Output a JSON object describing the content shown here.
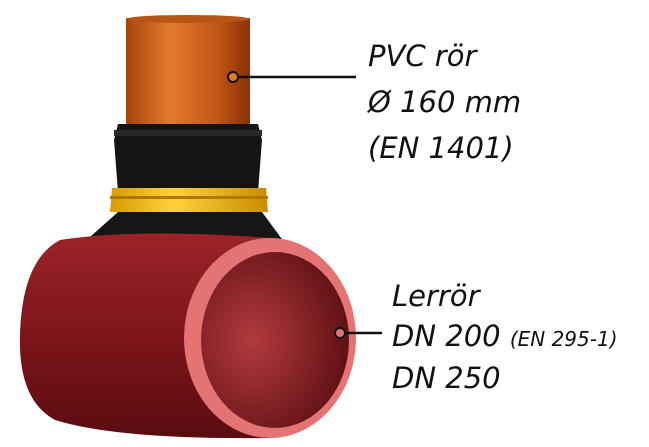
{
  "pvc_label": {
    "line1": "PVC rör",
    "line2": "Ø 160 mm",
    "line3": "(EN 1401)"
  },
  "clay_label": {
    "line1": "Lerrör",
    "line2_main": "DN 200",
    "line2_note": "(EN 295-1)",
    "line3": "DN 250"
  },
  "colors": {
    "pvc": "#d4641a",
    "ring": "#f5b800",
    "clay": "#8a1a1e",
    "clay_edge": "#e06a6a",
    "adapter": "#111111"
  }
}
